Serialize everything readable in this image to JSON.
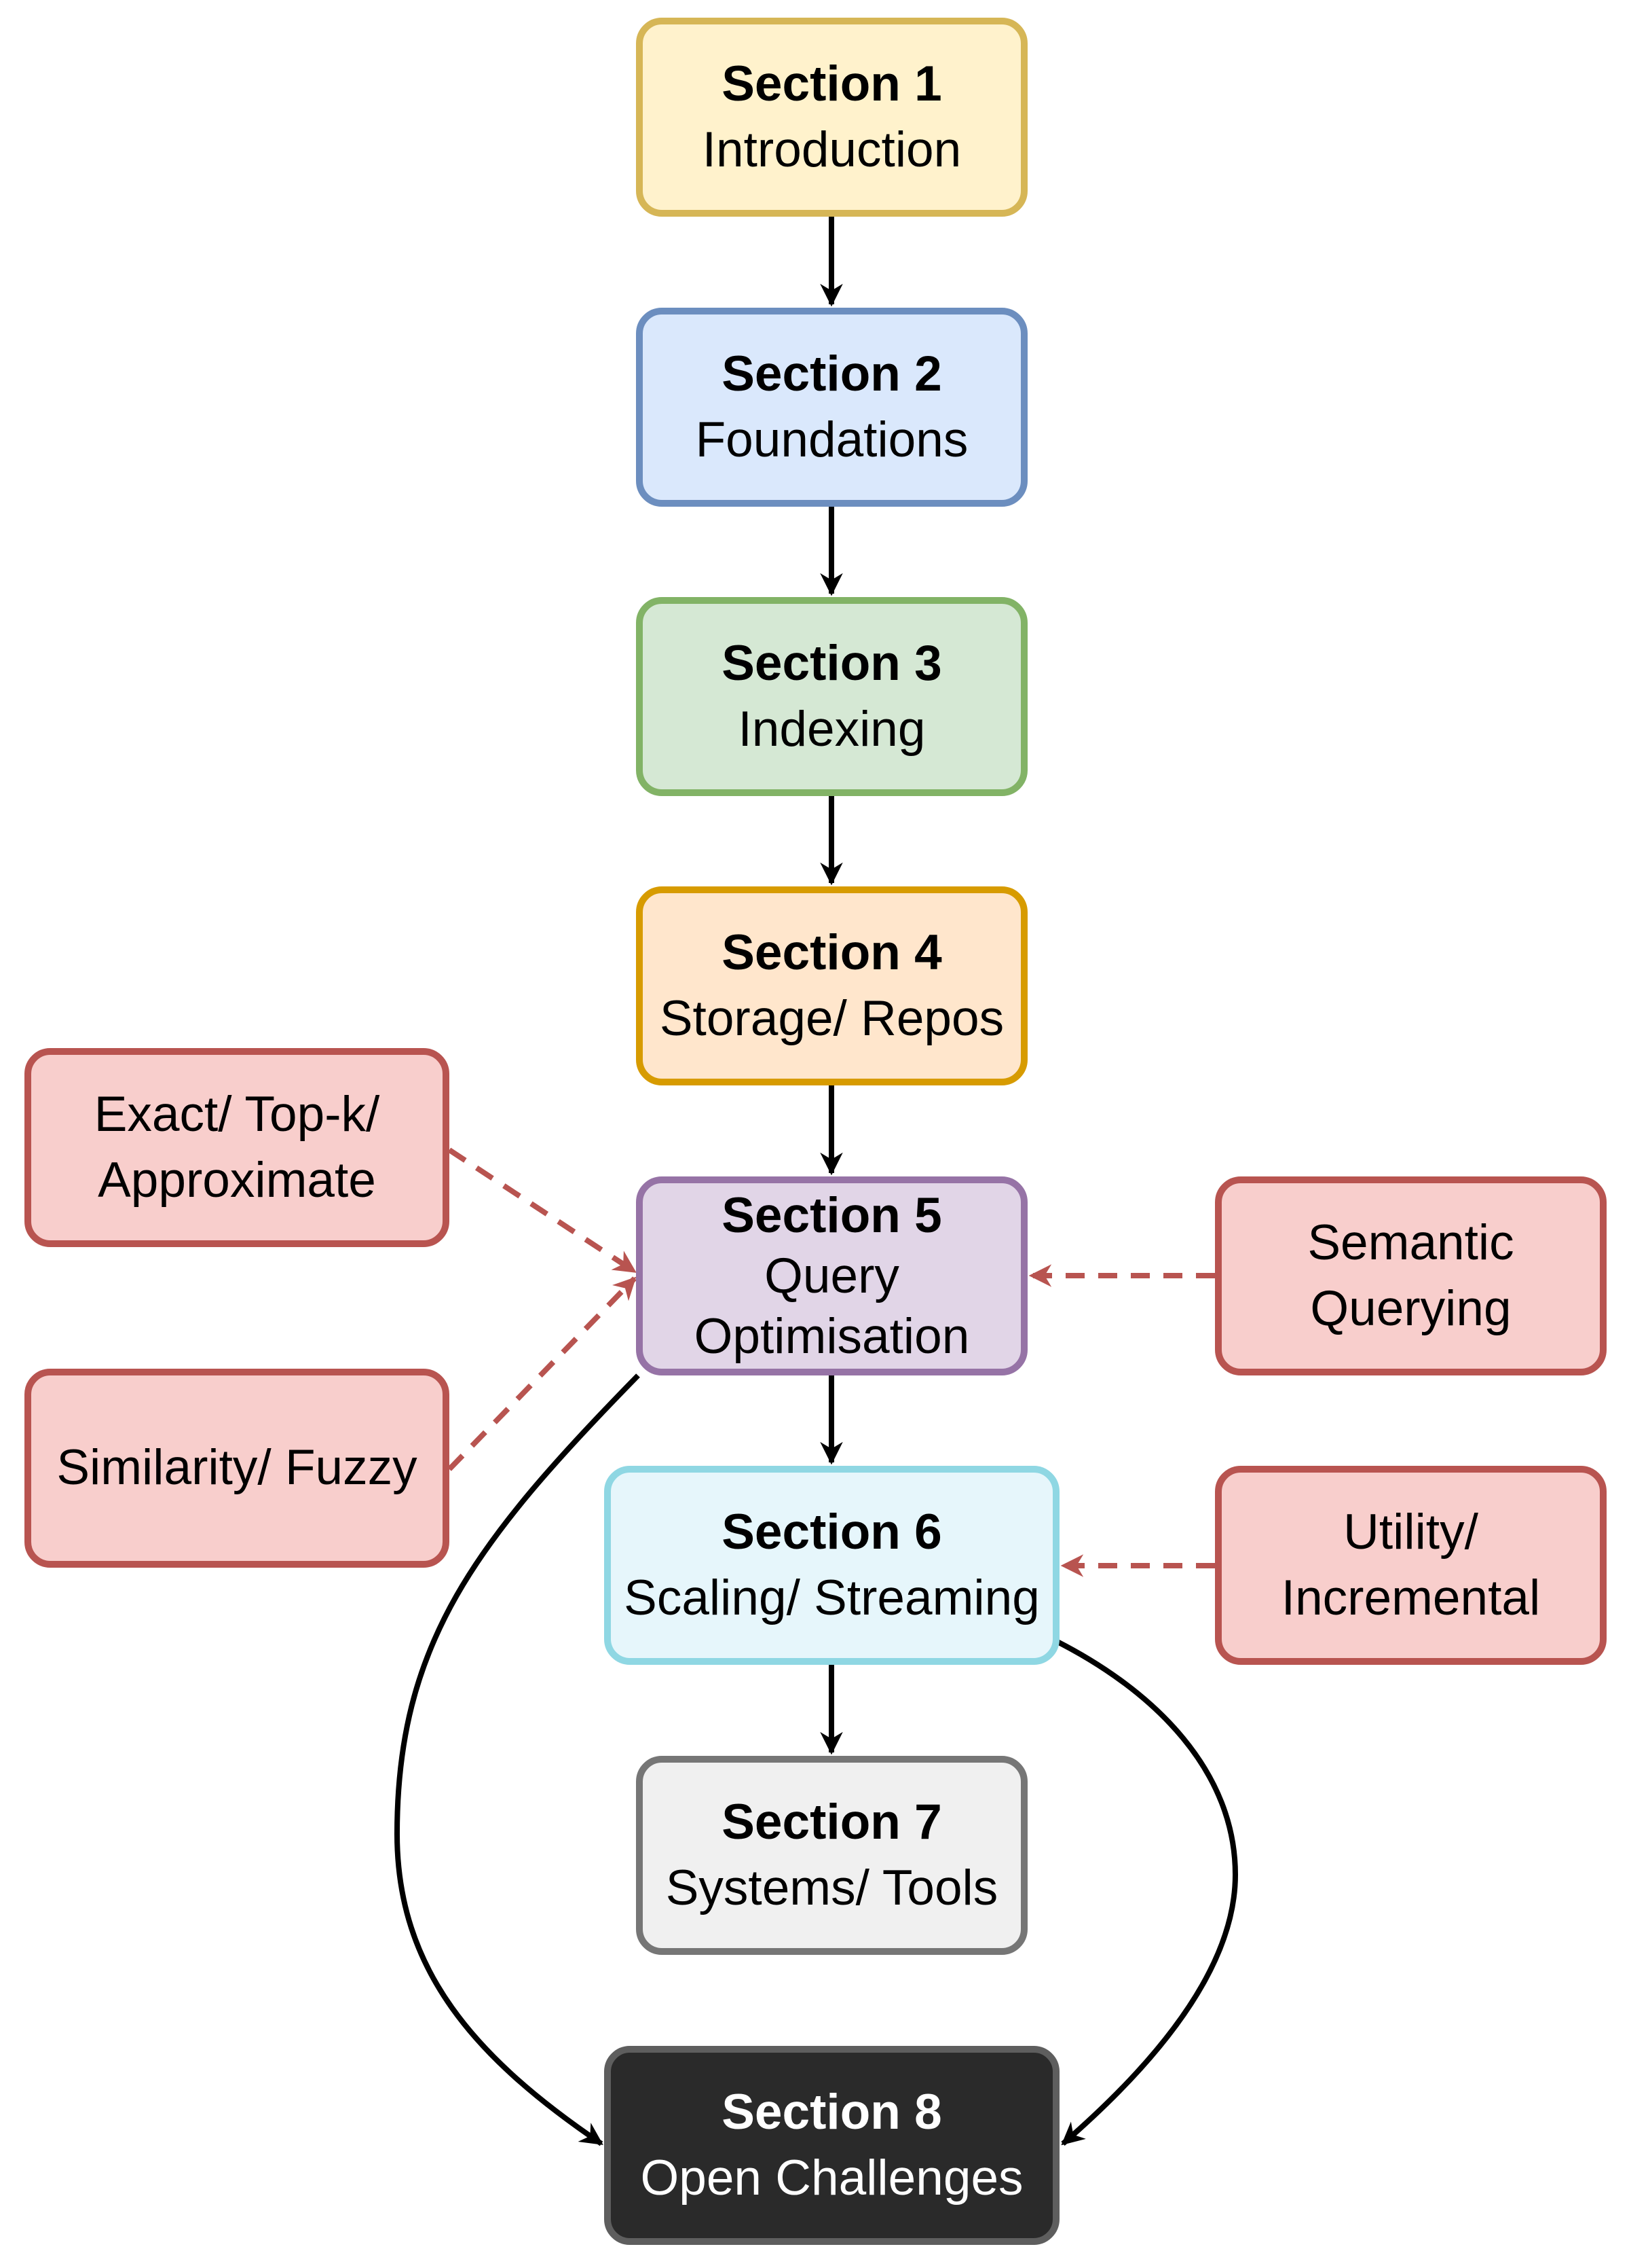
{
  "colors": {
    "section_1_fill": "#fff2cc",
    "section_1_stroke": "#d6b656",
    "section_2_fill": "#dae8fc",
    "section_2_stroke": "#6c8ebf",
    "section_3_fill": "#d5e8d4",
    "section_3_stroke": "#82b366",
    "section_4_fill": "#ffe6cc",
    "section_4_stroke": "#d79b00",
    "section_5_fill": "#e1d5e7",
    "section_5_stroke": "#9673a6",
    "section_6_fill": "#e6f6fb",
    "section_6_stroke": "#8fd7e3",
    "section_7_fill": "#f0f0f0",
    "section_7_stroke": "#767676",
    "section_8_fill": "#2a2a2a",
    "section_8_stroke": "#5e5e5e",
    "side_fill": "#f8cecc",
    "side_stroke": "#b85450",
    "solid_arrow": "#000000",
    "dashed_arrow": "#b85450"
  },
  "sections": [
    {
      "number": "Section 1",
      "lines": [
        "Introduction"
      ]
    },
    {
      "number": "Section 2",
      "lines": [
        "Foundations"
      ]
    },
    {
      "number": "Section 3",
      "lines": [
        "Indexing"
      ]
    },
    {
      "number": "Section 4",
      "lines": [
        "Storage/ Repos"
      ]
    },
    {
      "number": "Section 5",
      "lines": [
        "Query",
        "Optimisation"
      ]
    },
    {
      "number": "Section 6",
      "lines": [
        "Scaling/ Streaming"
      ]
    },
    {
      "number": "Section 7",
      "lines": [
        "Systems/ Tools"
      ]
    },
    {
      "number": "Section 8",
      "lines": [
        "Open Challenges"
      ]
    }
  ],
  "side_topics": {
    "exact": {
      "lines": [
        "Exact/ Top-k/",
        "Approximate"
      ]
    },
    "similarity": {
      "lines": [
        "Similarity/ Fuzzy"
      ]
    },
    "semantic": {
      "lines": [
        "Semantic",
        "Querying"
      ]
    },
    "utility": {
      "lines": [
        "Utility/",
        "Incremental"
      ]
    }
  },
  "edges": [
    {
      "from": "Section 1",
      "to": "Section 2",
      "style": "solid"
    },
    {
      "from": "Section 2",
      "to": "Section 3",
      "style": "solid"
    },
    {
      "from": "Section 3",
      "to": "Section 4",
      "style": "solid"
    },
    {
      "from": "Section 4",
      "to": "Section 5",
      "style": "solid"
    },
    {
      "from": "Section 5",
      "to": "Section 6",
      "style": "solid"
    },
    {
      "from": "Section 6",
      "to": "Section 7",
      "style": "solid"
    },
    {
      "from": "Section 5",
      "to": "Section 8",
      "style": "solid-curve"
    },
    {
      "from": "Section 6",
      "to": "Section 8",
      "style": "solid-curve"
    },
    {
      "from": "Exact/ Top-k/ Approximate",
      "to": "Section 5",
      "style": "dashed"
    },
    {
      "from": "Similarity/ Fuzzy",
      "to": "Section 5",
      "style": "dashed"
    },
    {
      "from": "Semantic Querying",
      "to": "Section 5",
      "style": "dashed"
    },
    {
      "from": "Utility/ Incremental",
      "to": "Section 6",
      "style": "dashed"
    }
  ]
}
